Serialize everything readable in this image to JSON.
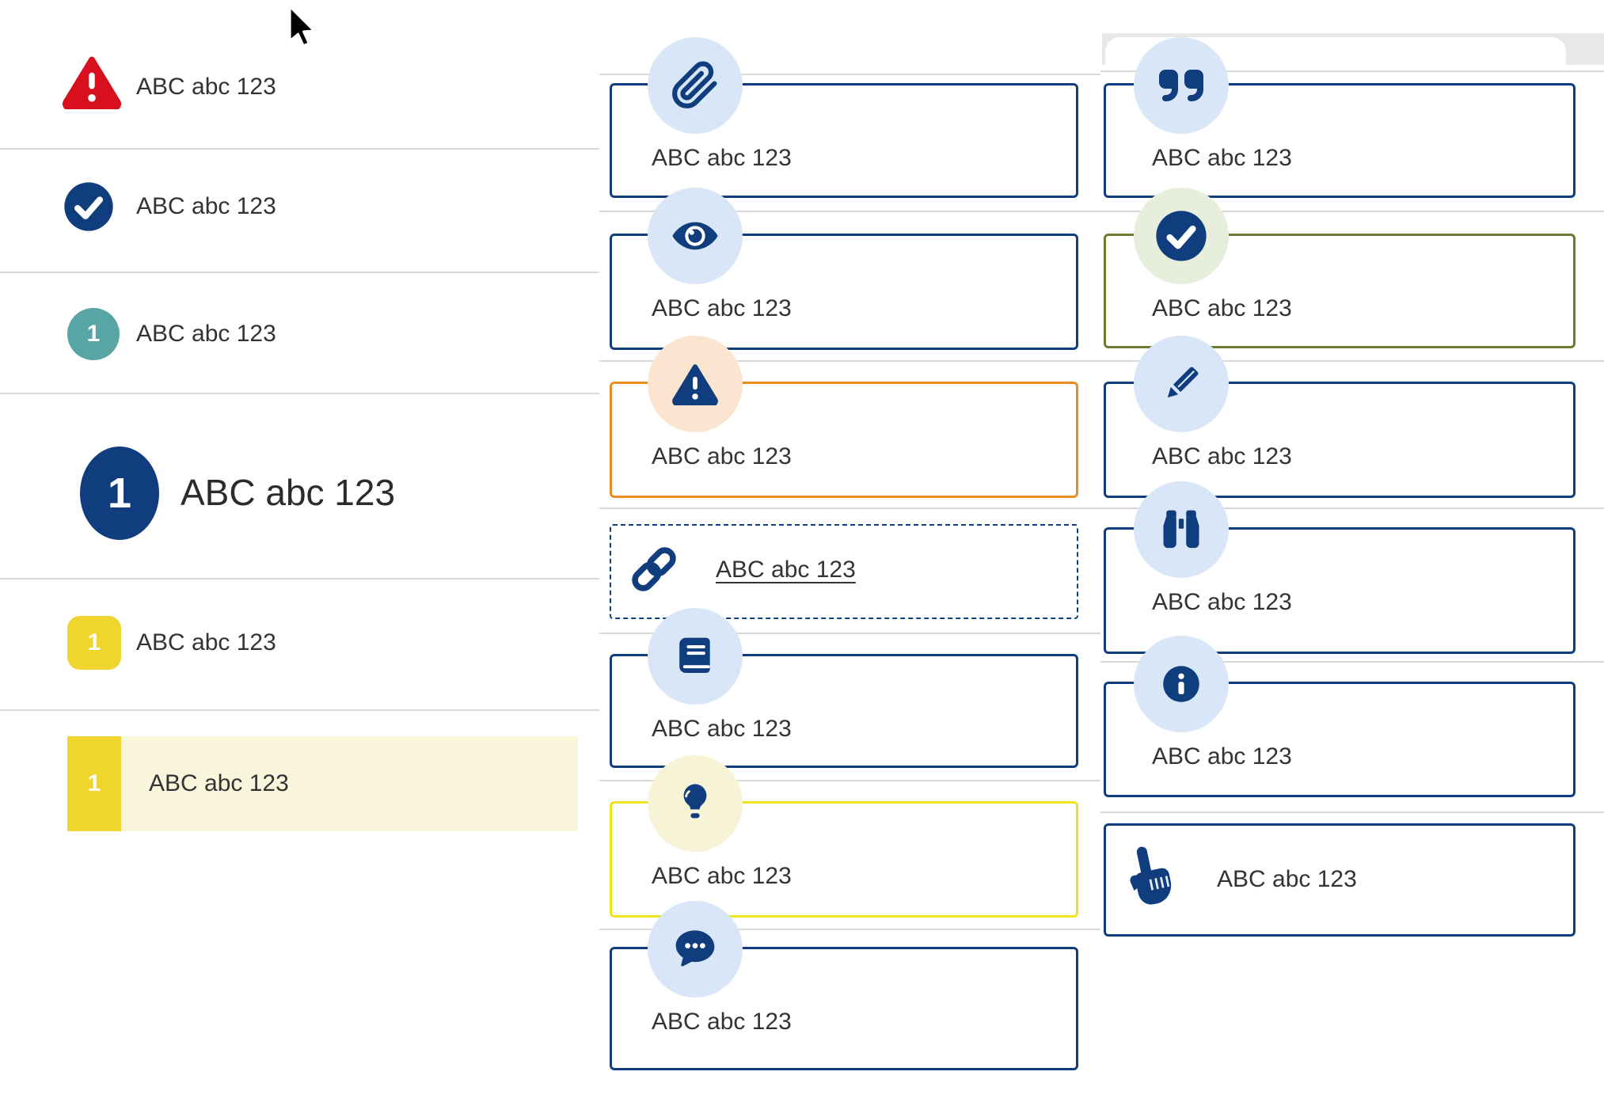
{
  "colors": {
    "navy": "#103d7d",
    "red": "#d8101e",
    "teal": "#58a5a5",
    "yellow": "#f1d52f",
    "pale_yellow_row": "#faf6dc",
    "orange": "#e88d25",
    "lightbulb_yellow": "#efe21f",
    "olive_green": "#6d7b33",
    "pale_blue": "#d9e6f8",
    "pale_peach": "#fbe5d0",
    "pale_yellow_circle": "#f7f3d7",
    "pale_green": "#e8eedc",
    "divider_gray": "#d9d9d9",
    "text": "#333333"
  },
  "left_list": {
    "items": [
      {
        "id": "alert",
        "icon": "alert-triangle-icon",
        "label": "ABC abc 123"
      },
      {
        "id": "success",
        "icon": "check-circle-icon",
        "label": "ABC abc 123"
      },
      {
        "id": "step-teal",
        "icon": "number-badge",
        "number": "1",
        "label": "ABC abc 123"
      },
      {
        "id": "step-large",
        "icon": "number-badge",
        "number": "1",
        "label": "ABC abc 123"
      },
      {
        "id": "step-yellow",
        "icon": "number-badge",
        "number": "1",
        "label": "ABC abc 123"
      },
      {
        "id": "step-yellow-highlight",
        "icon": "number-badge",
        "number": "1",
        "label": "ABC abc 123"
      }
    ]
  },
  "middle_callouts": {
    "items": [
      {
        "icon": "paperclip-icon",
        "label": "ABC abc 123"
      },
      {
        "icon": "eye-icon",
        "label": "ABC abc 123"
      },
      {
        "icon": "warning-icon",
        "label": "ABC abc 123"
      },
      {
        "icon": "link-icon",
        "label": "ABC abc 123"
      },
      {
        "icon": "book-icon",
        "label": "ABC abc 123"
      },
      {
        "icon": "lightbulb-icon",
        "label": "ABC abc 123"
      },
      {
        "icon": "chat-icon",
        "label": "ABC abc 123"
      }
    ]
  },
  "right_callouts": {
    "items": [
      {
        "icon": "quote-icon",
        "label": "ABC abc 123"
      },
      {
        "icon": "check-circle-icon",
        "label": "ABC abc 123"
      },
      {
        "icon": "pencil-icon",
        "label": "ABC abc 123"
      },
      {
        "icon": "binoculars-icon",
        "label": "ABC abc 123"
      },
      {
        "icon": "info-icon",
        "label": "ABC abc 123"
      },
      {
        "icon": "hand-pointer-icon",
        "label": "ABC abc 123"
      }
    ]
  }
}
